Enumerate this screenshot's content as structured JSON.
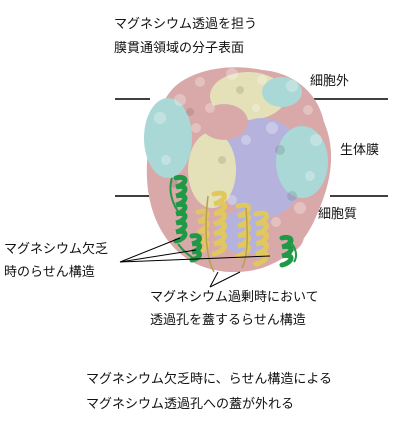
{
  "annotations": {
    "top_label_line1": "マグネシウム透過を担う",
    "top_label_line2": "膜貫通領域の分子表面",
    "extracellular": "細胞外",
    "membrane": "生体膜",
    "cytoplasm": "細胞質",
    "left_label_line1": "マグネシウム欠乏",
    "left_label_line2": "時のらせん構造",
    "bottom_label_line1": "マグネシウム過剰時において",
    "bottom_label_line2": "透過孔を蓋するらせん構造"
  },
  "caption": {
    "line1": "マグネシウム欠乏時に、らせん構造による",
    "line2": "マグネシウム透過孔への蓋が外れる"
  },
  "colors": {
    "surface_pink": "#d9a9a9",
    "surface_cyan": "#a9d8d6",
    "surface_lavender": "#b5b3dd",
    "surface_cream": "#e4e1b8",
    "helix_green": "#1e9a46",
    "helix_yellow": "#e0c85e"
  }
}
